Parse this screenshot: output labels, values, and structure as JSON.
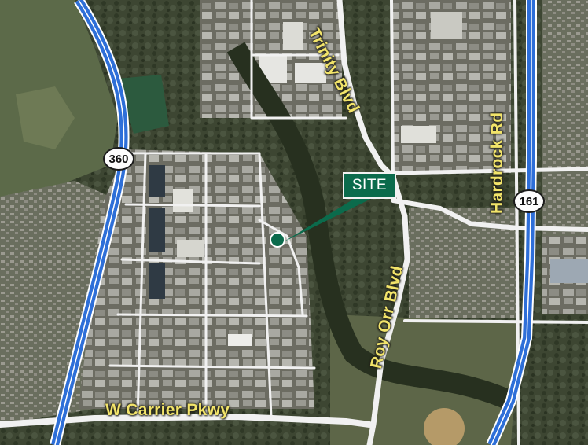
{
  "map": {
    "site_label": "SITE",
    "roads": {
      "trinity": "Trinity Blvd",
      "hardrock": "Hardrock Rd",
      "roy_orr": "Roy Orr Blvd",
      "carrier": "W Carrier Pkwy"
    },
    "shields": {
      "sh360": "360",
      "sh161": "161"
    },
    "colors": {
      "highway": "#2e6fd8",
      "road": "#f1f1f1",
      "label": "#f2e46a",
      "site_marker": "#0b6b4c"
    }
  }
}
